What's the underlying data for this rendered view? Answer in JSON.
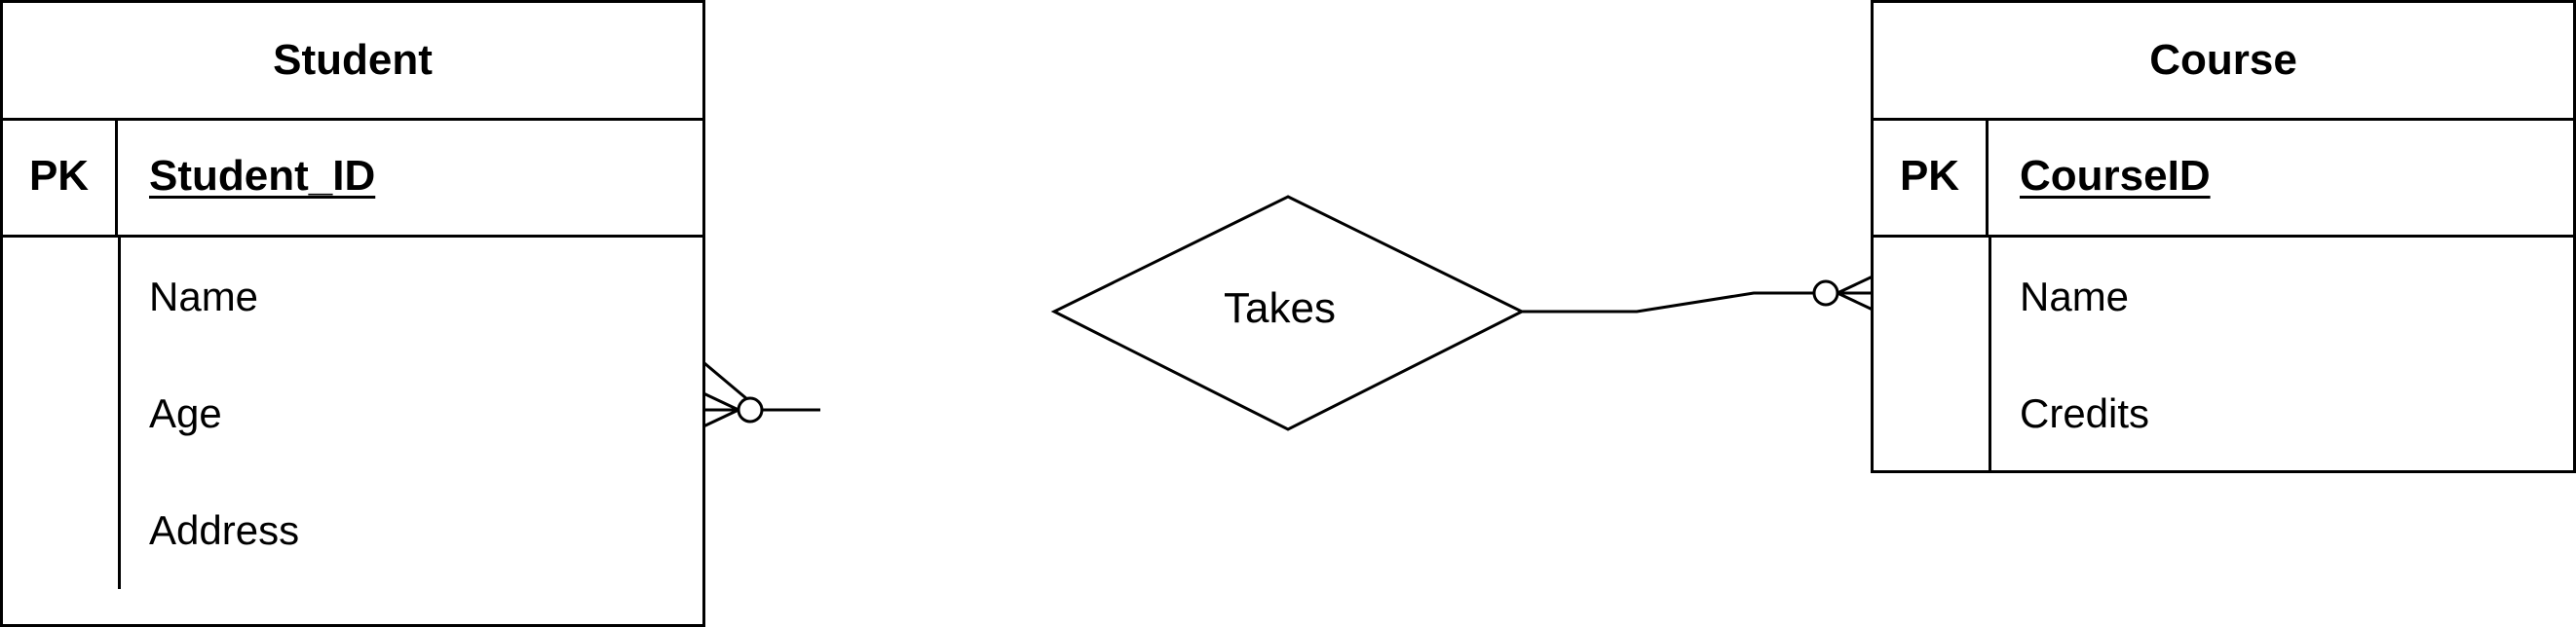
{
  "student": {
    "title": "Student",
    "pk_label": "PK",
    "pk_attribute": "Student_ID",
    "attributes": [
      "Name",
      "Age",
      "Address"
    ]
  },
  "course": {
    "title": "Course",
    "pk_label": "PK",
    "pk_attribute": "CourseID",
    "attributes": [
      "Name",
      "Credits"
    ]
  },
  "relationship": {
    "label": "Takes",
    "student_end": "zero-or-many",
    "course_end": "zero-or-many"
  }
}
